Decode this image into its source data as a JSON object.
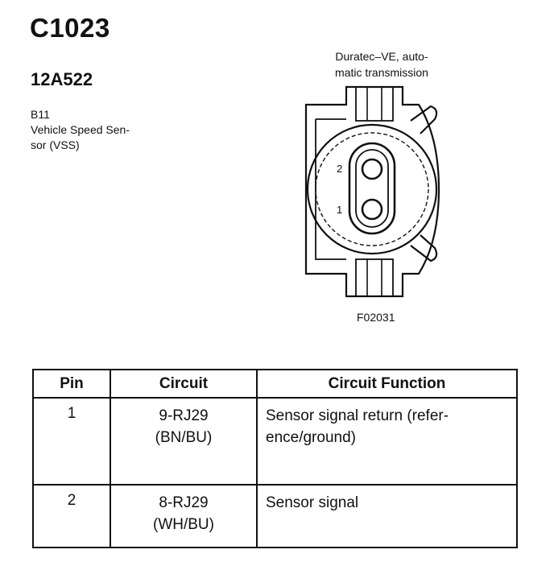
{
  "header": {
    "connector_id": "C1023",
    "part_number": "12A522",
    "location_code": "B11",
    "component_line1": "Vehicle Speed Sen-",
    "component_line2": "sor (VSS)"
  },
  "diagram": {
    "caption_line1": "Duratec–VE, auto-",
    "caption_line2": "matic transmission",
    "pin_label_2": "2",
    "pin_label_1": "1",
    "figure_ref": "F02031"
  },
  "table": {
    "headers": [
      "Pin",
      "Circuit",
      "Circuit Function"
    ],
    "rows": [
      {
        "pin": "1",
        "circuit_line1": "9-RJ29",
        "circuit_line2": "(BN/BU)",
        "function_line1": "Sensor signal return (refer-",
        "function_line2": "ence/ground)"
      },
      {
        "pin": "2",
        "circuit_line1": "8-RJ29",
        "circuit_line2": "(WH/BU)",
        "function_line1": "Sensor signal",
        "function_line2": ""
      }
    ]
  }
}
